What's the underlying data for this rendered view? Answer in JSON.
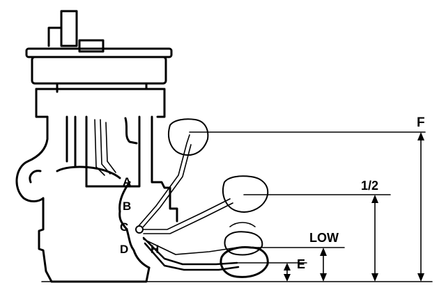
{
  "diagram": {
    "point_labels": {
      "a": "A",
      "b": "B",
      "c": "C",
      "d": "D",
      "h": "H"
    },
    "level_labels": {
      "full": "F",
      "half": "1/2",
      "low": "LOW",
      "empty": "E"
    }
  }
}
